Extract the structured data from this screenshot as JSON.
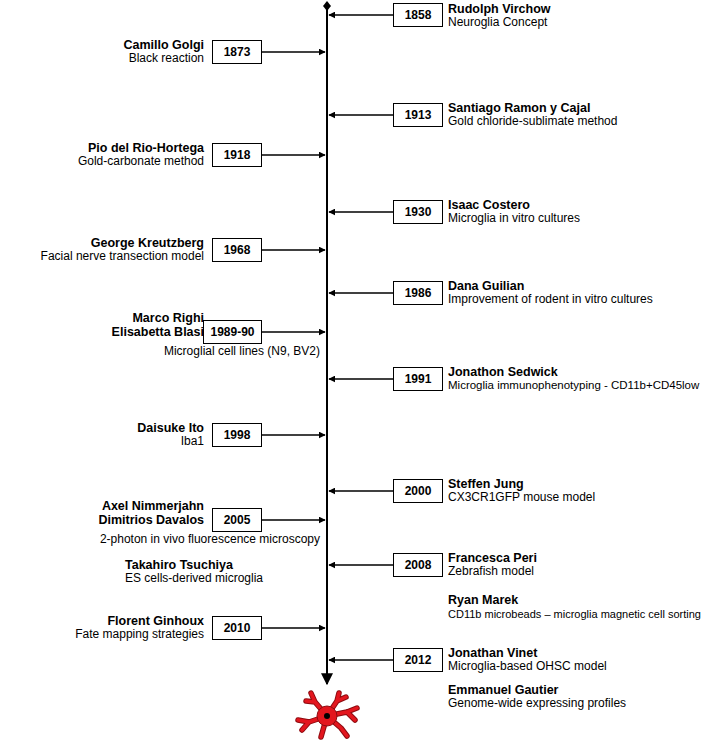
{
  "diagram": {
    "nodes": [
      {
        "text": [
          "1858"
        ]
      },
      {
        "text": [
          "1873"
        ]
      },
      {
        "text": [
          "1913"
        ]
      },
      {
        "text": [
          "1918"
        ]
      },
      {
        "text": [
          "1930"
        ]
      },
      {
        "text": [
          "1968"
        ]
      },
      {
        "text": [
          "1986"
        ]
      },
      {
        "text": [
          "1989-90"
        ]
      },
      {
        "text": [
          "1991"
        ]
      },
      {
        "text": [
          "1998"
        ]
      },
      {
        "text": [
          "2000"
        ]
      },
      {
        "text": [
          "2005"
        ]
      },
      {
        "text": [
          "2008"
        ]
      },
      {
        "text": [
          "2010"
        ]
      },
      {
        "text": [
          "2012"
        ]
      }
    ],
    "labels": [
      "Rudolph Virchow",
      "Neuroglia Concept",
      "Camillo Golgi",
      "Black reaction",
      "Santiago Ramon y Cajal",
      "Gold chloride-sublimate method",
      "Pio del Rio-Hortega",
      "Gold-carbonate method",
      "Isaac Costero",
      "Microglia in vitro cultures",
      "George Kreutzberg",
      "Facial nerve transection model",
      "Dana Guilian",
      "Improvement of rodent in vitro cultures",
      "Marco Righi",
      "Elisabetta Blasi",
      "Microglial cell lines (N9, BV2)",
      "Jonathon Sedwick",
      "Microglia immunophenotyping - CD11b+CD45low",
      "Daisuke Ito",
      "Iba1",
      "Steffen Jung",
      "CX3CR1GFP mouse model",
      "Axel Nimmerjahn",
      "Dimitrios Davalos",
      "2-photon in vivo fluorescence microscopy",
      "Francesca Peri",
      "Zebrafish model",
      "Takahiro Tsuchiya",
      "ES cells-derived microglia",
      "Ryan Marek",
      "CD11b microbeads – microglia magnetic cell sorting",
      "Florent Ginhoux",
      "Fate mapping strategies",
      "Jonathan Vinet",
      "Microglia-based OHSC model",
      "Emmanuel Gautier",
      "Genome-wide expressing profiles"
    ]
  }
}
